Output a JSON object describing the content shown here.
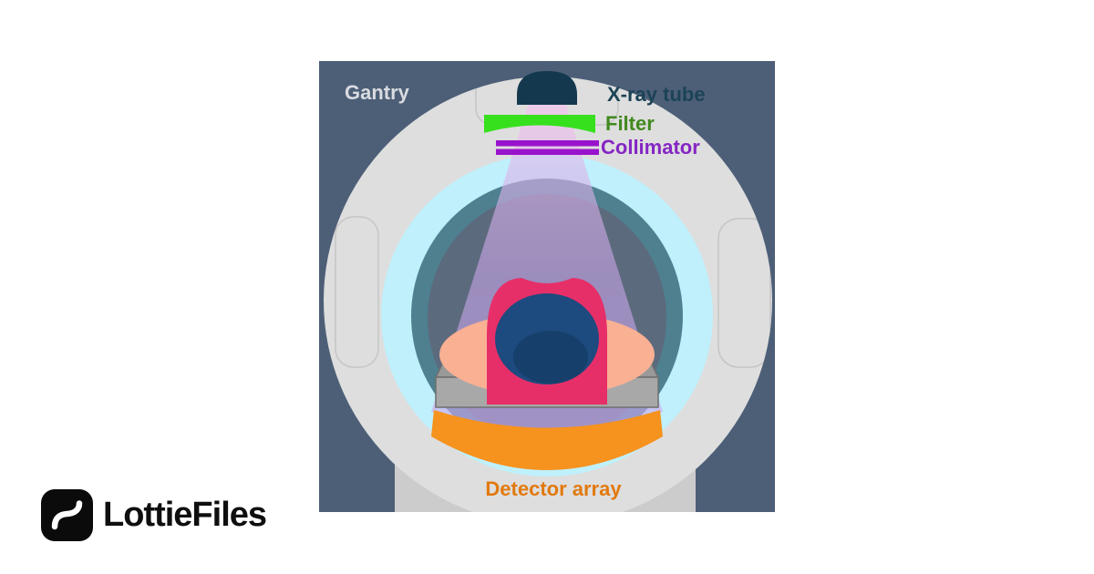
{
  "illustration": {
    "background": "#4d5f77",
    "labels": {
      "gantry": {
        "text": "Gantry",
        "color": "#d9dbe0"
      },
      "xray_tube": {
        "text": "X-ray tube",
        "color": "#1c4356"
      },
      "filter": {
        "text": "Filter",
        "color": "#41891f"
      },
      "collimator": {
        "text": "Collimator",
        "color": "#8526c4"
      },
      "detector_array": {
        "text": "Detector array",
        "color": "#e2790e"
      }
    },
    "colors": {
      "gantry_body": "#dedede",
      "gantry_recess_line": "#c5c5c5",
      "pedestal": "#cccccc",
      "bore_glow": "#bff0fb",
      "bore_ring": "#4e8090",
      "bore_inner": "#5c6a7d",
      "xray_tube": "#14394e",
      "filter": "#36e01d",
      "collimator": "#9913cc",
      "detector": "#f6921e",
      "beam_top": "#f6c2ee",
      "beam_upper": "#dab2ea",
      "beam_mid": "#c2a2e4",
      "beam_bottom": "#ceadf5",
      "patient_gown": "#e62f68",
      "patient_skin": "#f9b093",
      "patient_head": "#1d4a7f",
      "patient_face": "#16406b",
      "table_top": "#999999",
      "table_front": "#a8a8a8",
      "table_outline": "#6f6f6f"
    }
  },
  "branding": {
    "logo_text": "LottieFiles",
    "logo_color": "#0f0f0f",
    "logo_icon_bg": "#0b0b0b"
  }
}
